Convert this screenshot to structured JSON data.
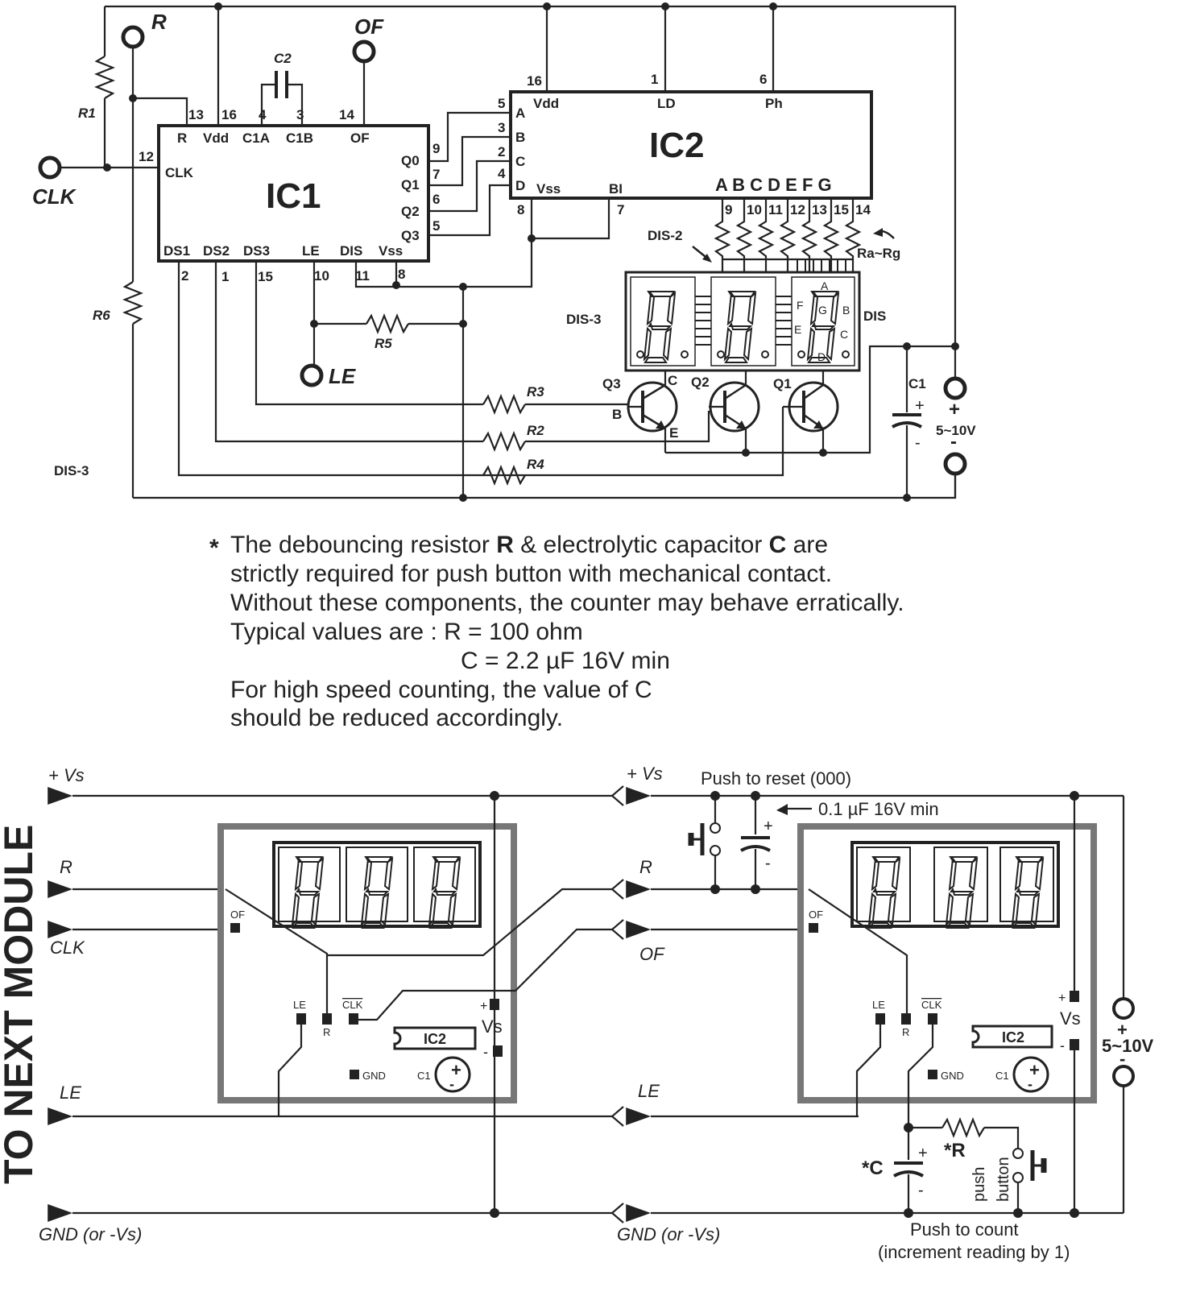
{
  "top": {
    "ic1": {
      "name": "IC1",
      "pins_top": [
        "R",
        "Vdd",
        "C1A",
        "C1B",
        "OF"
      ],
      "pin_nums_top": [
        "13",
        "16",
        "4",
        "3",
        "14"
      ],
      "pins_right": [
        "Q0",
        "Q1",
        "Q2",
        "Q3"
      ],
      "pin_nums_right": [
        "9",
        "7",
        "6",
        "5"
      ],
      "pins_bottom": [
        "DS1",
        "DS2",
        "DS3",
        "LE",
        "DIS",
        "Vss"
      ],
      "pin_nums_bottom": [
        "2",
        "1",
        "15",
        "10",
        "11",
        "8"
      ],
      "pin_left": "CLK",
      "pin_num_left": "12"
    },
    "ic2": {
      "name": "IC2",
      "pins_left": [
        "A",
        "B",
        "C",
        "D"
      ],
      "pin_nums_left": [
        "5",
        "3",
        "2",
        "4"
      ],
      "pins_top": [
        "Vdd",
        "LD",
        "Ph"
      ],
      "pin_nums_top": [
        "16",
        "1",
        "6"
      ],
      "pins_bottom_left": [
        "Vss",
        "BI"
      ],
      "pin_nums_bottom_left": [
        "8",
        "7"
      ],
      "seg_letters": "A B C D E F G",
      "seg_pin_nums": [
        "9",
        "10",
        "11",
        "12",
        "13",
        "15",
        "14"
      ]
    },
    "labels": {
      "r_term": "R",
      "of_term": "OF",
      "clk_term": "CLK",
      "le_term": "LE",
      "c2": "C2",
      "r1": "R1",
      "r6": "R6",
      "r5": "R5",
      "r3": "R3",
      "r2": "R2",
      "r4": "R4",
      "dis2": "DIS-2",
      "ra_rg": "Ra~Rg",
      "dis3_a": "DIS-3",
      "dis3_b": "DIS-3",
      "dis": "DIS",
      "q1": "Q1",
      "q2": "Q2",
      "q3": "Q3",
      "c": "C",
      "b": "B",
      "e": "E",
      "c1": "C1",
      "plus": "+",
      "minus": "-",
      "supply": "5~10V",
      "seg_a": "A",
      "seg_b": "B",
      "seg_c": "C",
      "seg_d": "D",
      "seg_e": "E",
      "seg_f": "F",
      "seg_g": "G"
    }
  },
  "note": {
    "star": "*",
    "line1_a": "The debouncing resistor ",
    "line1_b": "R",
    "line1_c": " & electrolytic capacitor ",
    "line1_d": "C",
    "line1_e": " are",
    "line2": "strictly required for  push button with mechanical contact.",
    "line3": "Without these components, the counter may behave erratically.",
    "line4": "Typical values are :  R = 100 ohm",
    "line5": "C = 2.2 µF  16V  min",
    "line6": "For high speed counting, the value of C",
    "line7": "should be reduced accordingly."
  },
  "bottom": {
    "side_title": "TO NEXT MODULE",
    "left": {
      "vs": "+ Vs",
      "r": "R",
      "clk": "CLK",
      "le": "LE",
      "gnd": "GND   (or -Vs)"
    },
    "right": {
      "vs": "+ Vs",
      "r": "R",
      "of": "OF",
      "le": "LE",
      "gnd": "GND   (or -Vs)",
      "push_reset": "Push to reset (000)",
      "cap_reset": "0.1 µF 16V min",
      "push_count_1": "Push to count",
      "push_count_2": "(increment reading by 1)",
      "star_r": "*R",
      "star_c": "*C",
      "push": "push",
      "button": "button",
      "supply": "5~10V"
    },
    "module": {
      "of": "OF",
      "le": "LE",
      "r": "R",
      "clk": "CLK",
      "ic2": "IC2",
      "vs": "Vs",
      "plus": "+",
      "minus": "-",
      "gnd": "GND",
      "c1": "C1"
    }
  }
}
